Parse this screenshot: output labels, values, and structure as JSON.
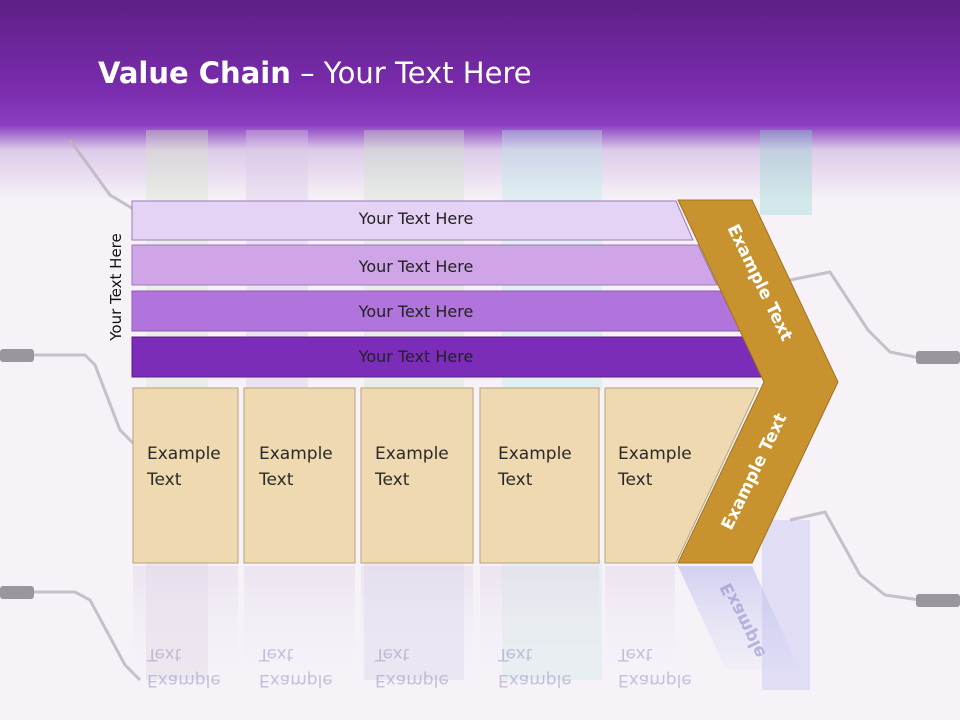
{
  "header": {
    "title_bold": "Value Chain",
    "title_rest": " – Your Text Here"
  },
  "vertical_label": "Your Text Here",
  "bars": [
    {
      "label": "Your Text Here",
      "fill": "#e5d3f5"
    },
    {
      "label": "Your Text Here",
      "fill": "#cfa5e8"
    },
    {
      "label": "Your Text Here",
      "fill": "#b074dc"
    },
    {
      "label": "Your Text Here",
      "fill": "#7b2cb8"
    }
  ],
  "boxes": [
    {
      "line1": "Example",
      "line2": "Text"
    },
    {
      "line1": "Example",
      "line2": "Text"
    },
    {
      "line1": "Example",
      "line2": "Text"
    },
    {
      "line1": "Example",
      "line2": "Text"
    },
    {
      "line1": "Example",
      "line2": "Text"
    }
  ],
  "chevron": {
    "upper_label": "Example Text",
    "lower_label": "Example Text",
    "fill": "#c8922e"
  },
  "reflection": {
    "box_line1": "Example",
    "box_line2": "Text",
    "chevron_fragment": "Example"
  },
  "colors": {
    "header_purple": "#7a2cad",
    "box_fill": "#eed9b1",
    "chevron_fill": "#c8922e"
  }
}
